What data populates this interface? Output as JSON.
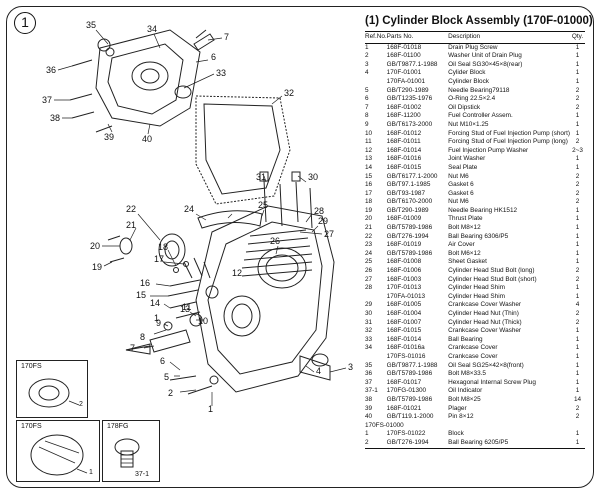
{
  "badge": "1",
  "title": "(1) Cylinder Block Assembly (170F-01000)",
  "table": {
    "headers": [
      "Ref.No.",
      "Parts No.",
      "Description",
      "Qty."
    ],
    "rows": [
      [
        "1",
        "168F-01018",
        "Drain Plug Screw",
        "1"
      ],
      [
        "2",
        "168F-01100",
        "Washer Unit of Drain Plug",
        "1"
      ],
      [
        "3",
        "GB/T9877.1-1988",
        "Oil Seal SG30×45×8(rear)",
        "1"
      ],
      [
        "4",
        "170F-01001",
        "Cylider Block",
        "1"
      ],
      [
        "",
        "170FA-01001",
        "Cylinder Block",
        "1"
      ],
      [
        "5",
        "GB/T290-1989",
        "Needle Bearing79118",
        "2"
      ],
      [
        "6",
        "GB/T1235-1976",
        "O-Ring 22.5×2.4",
        "2"
      ],
      [
        "7",
        "168F-01002",
        "Oil Dipstick",
        "2"
      ],
      [
        "8",
        "168F-11200",
        "Fuel Controller Assem.",
        "1"
      ],
      [
        "9",
        "GB/T6173-2000",
        "Nut M10×1.25",
        "1"
      ],
      [
        "10",
        "168F-01012",
        "Forcing Stud of Fuel Injection Pump (short)",
        "1"
      ],
      [
        "11",
        "168F-01011",
        "Forcing Stud of Fuel Injection Pump (long)",
        "2"
      ],
      [
        "12",
        "168F-01014",
        "Fuel Injection Pump Washer",
        "2~3"
      ],
      [
        "13",
        "168F-01016",
        "Joint Washer",
        "1"
      ],
      [
        "14",
        "168F-01015",
        "Seal Plate",
        "1"
      ],
      [
        "15",
        "GB/T6177.1-2000",
        "Nut M6",
        "2"
      ],
      [
        "16",
        "GB/T97.1-1985",
        "Gasket 6",
        "2"
      ],
      [
        "17",
        "GB/T93-1987",
        "Gasket 6",
        "2"
      ],
      [
        "18",
        "GB/T6170-2000",
        "Nut M6",
        "2"
      ],
      [
        "19",
        "GB/T290-1989",
        "Needle Bearing HK1512",
        "1"
      ],
      [
        "20",
        "168F-01009",
        "Thrust Plate",
        "1"
      ],
      [
        "21",
        "GB/T5789-1986",
        "Bolt M8×12",
        "1"
      ],
      [
        "22",
        "GB/T276-1994",
        "Ball Bearing 6306/P5",
        "1"
      ],
      [
        "23",
        "168F-01019",
        "Air Cover",
        "1"
      ],
      [
        "24",
        "GB/T5789-1986",
        "Bolt M6×12",
        "1"
      ],
      [
        "25",
        "168F-01008",
        "Sheet Gasket",
        "1"
      ],
      [
        "26",
        "168F-01006",
        "Cylinder Head Stud Bolt (long)",
        "2"
      ],
      [
        "27",
        "168F-01003",
        "Cylinder Head Stud Bolt (short)",
        "2"
      ],
      [
        "28",
        "170F-01013",
        "Cylinder Head Shim",
        "1"
      ],
      [
        "",
        "170FA-01013",
        "Cylinder Head Shim",
        "1"
      ],
      [
        "29",
        "168F-01005",
        "Crankcase Cover Washer",
        "4"
      ],
      [
        "30",
        "168F-01004",
        "Cylinder Head Nut (Thin)",
        "2"
      ],
      [
        "31",
        "168F-01007",
        "Cylinder Head Nut (Thick)",
        "2"
      ],
      [
        "32",
        "168F-01015",
        "Crankcase Cover Washer",
        "1"
      ],
      [
        "33",
        "168F-01014",
        "Ball Bearing",
        "1"
      ],
      [
        "34",
        "168F-01016a",
        "Crankcase Cover",
        "1"
      ],
      [
        "",
        "170FS-01016",
        "Crankcase Cover",
        "1"
      ],
      [
        "35",
        "GB/T9877.1-1988",
        "Oil Seal SG25×42×8(front)",
        "1"
      ],
      [
        "36",
        "GB/T5789-1986",
        "Bolt M8×33.5",
        "1"
      ],
      [
        "37",
        "168F-01017",
        "Hexagonal Internal Screw Plug",
        "1"
      ],
      [
        "37-1",
        "170FG-01300",
        "Oil Indicator",
        "1"
      ],
      [
        "38",
        "GB/T5789-1986",
        "Bolt M8×25",
        "14"
      ],
      [
        "39",
        "168F-01021",
        "Plager",
        "2"
      ],
      [
        "40",
        "GB/T119.1-2000",
        "Pin 8×12",
        "2"
      ]
    ],
    "section_label": "170FS-01000",
    "section_rows": [
      [
        "1",
        "170FS-01022",
        "Block",
        "1"
      ],
      [
        "2",
        "GB/T276-1994",
        "Ball Bearing 6205/P5",
        "1"
      ]
    ]
  },
  "diagram": {
    "callouts": [
      "35",
      "34",
      "7",
      "36",
      "6",
      "33",
      "37",
      "32",
      "38",
      "39",
      "40",
      "31",
      "30",
      "24",
      "25",
      "28",
      "22",
      "21",
      "20",
      "19",
      "29",
      "27",
      "26",
      "18",
      "17",
      "16",
      "15",
      "14",
      "13",
      "12",
      "11",
      "1",
      "10",
      "9",
      "8",
      "7",
      "6",
      "5",
      "4",
      "3",
      "2",
      "1"
    ]
  },
  "insets": {
    "top_label": "170FS",
    "top_callout": "2",
    "left_label": "170FS",
    "left_callout": "1",
    "right_label": "178FG",
    "right_callout": "37-1"
  }
}
